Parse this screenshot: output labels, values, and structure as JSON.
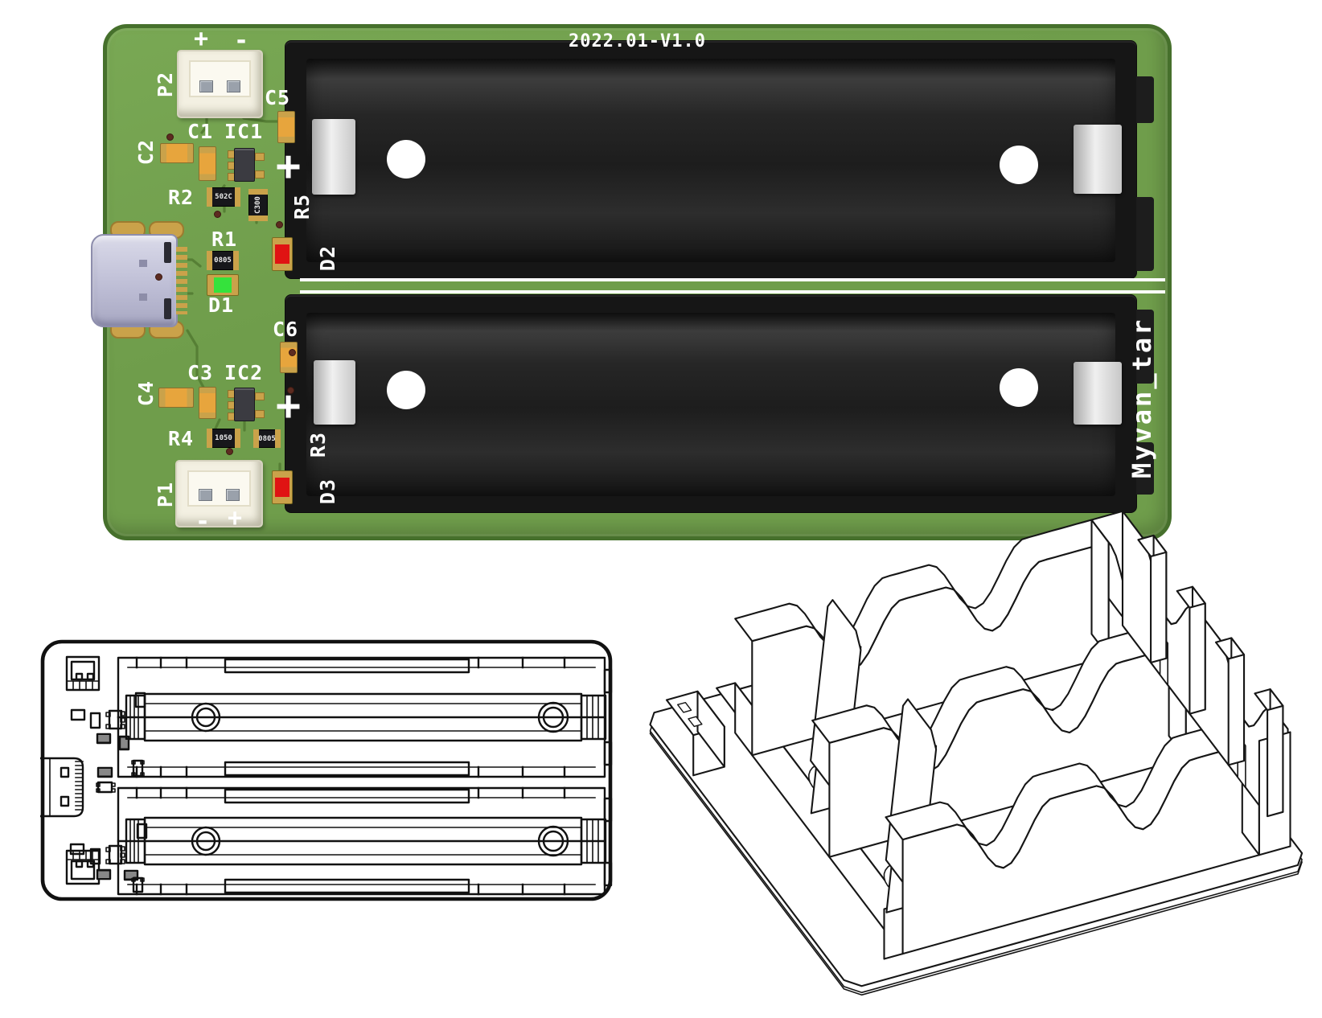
{
  "pcb": {
    "version_text": "2022.01-V1.0",
    "brand_text": "Myvan_tar",
    "silkscreen": {
      "p2_plus": "+",
      "p2_minus": "-",
      "p1_minus": "-",
      "p1_plus": "+",
      "bay1_plus": "+",
      "bay2_plus": "+"
    },
    "components": {
      "p2": "P2",
      "c5": "C5",
      "c1": "C1",
      "ic1": "IC1",
      "c2": "C2",
      "r2": "R2",
      "r5": "R5",
      "r1": "R1",
      "d2": "D2",
      "d1": "D1",
      "c6": "C6",
      "c3": "C3",
      "ic2": "IC2",
      "c4": "C4",
      "r4": "R4",
      "r3": "R3",
      "d3": "D3",
      "p1": "P1"
    },
    "chip_markings": {
      "r1": "0805",
      "r2": "502C",
      "r5": "C300",
      "r4": "1050",
      "r3": "0805"
    }
  },
  "colors": {
    "pcb_green": "#6f9d4b",
    "pcb_edge": "#46702c",
    "silkscreen": "#ffffff",
    "holder_black": "#1c1c1c",
    "clip_silver": "#d8d8d8",
    "connector_ivory": "#f3f0e2",
    "usb_lavender": "#c6c6de",
    "cap_orange": "#e7a53d",
    "pad_gold": "#caa24a",
    "led_red": "#e01313",
    "led_green": "#35e23c",
    "ic_black": "#3b3b41",
    "trace_green": "#567f35",
    "line_black": "#111111"
  }
}
